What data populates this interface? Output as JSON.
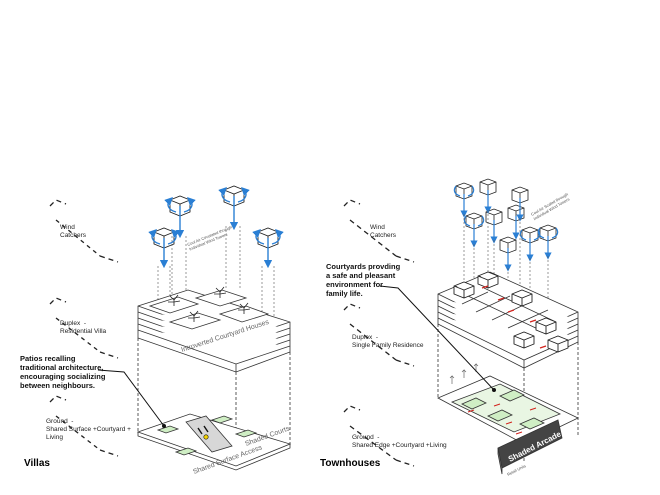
{
  "villas": {
    "title": "Villas",
    "wind_label": "Wind\nCatchers",
    "wind_note": "Cool Air Circulated through\nIndividual Wind Towers",
    "duplex_label": "Duplex  -\nResidential Villa",
    "ground_label": "Ground  -\nShared Surface +Courtyard +\nLiving",
    "patio_note": "Patios recalling\ntraditional architecture,\nencouraging socializing\nbetween neighbours.",
    "upper_surface_text": "Introverted Courtyard Houses",
    "ground_surface_text": "Shared Surface Access",
    "side_surface_text": "Shaded Courts"
  },
  "townhouses": {
    "title": "Townhouses",
    "wind_label": "Wind\nCatchers",
    "wind_note": "Cool Air Scaled through\nIndividual Wind Towers",
    "duplex_label": "Duplex  -\nSingle Family Residence",
    "ground_label": "Ground  -\nShared Edge +Courtyard +Living",
    "courtyard_note": "Courtyards provding\na safe and pleasant\nenvironment for\nfamily life.",
    "arcade_text": "Shaded Arcade",
    "arcade_subtext": "Retail Units"
  },
  "colors": {
    "accent_blue": "#2a7fd4",
    "courtyard_green": "#cfeec4",
    "wind_red": "#d2221c",
    "line": "#333333"
  }
}
